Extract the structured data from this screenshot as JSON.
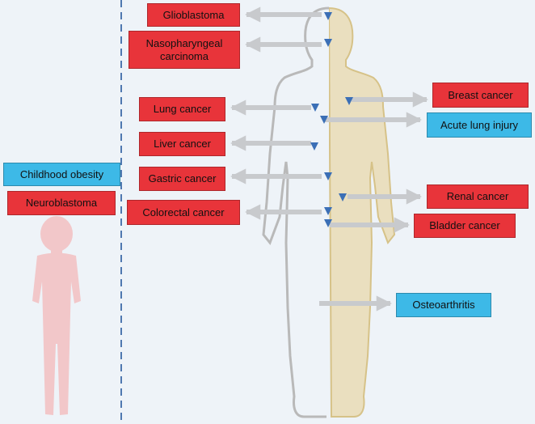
{
  "colors": {
    "cancer": "#e8343a",
    "non_cancer": "#3db9e7",
    "body_outline": "#b9b9b9",
    "body_fill_half": "#eadfbf",
    "child_fill": "#f2c7c9",
    "arrow": "#c8cacd",
    "marker": "#3b6fb6",
    "divider": "#4f78b0"
  },
  "child": {
    "conditions": [
      {
        "label": "Childhood obesity",
        "kind": "non-cancer"
      },
      {
        "label": "Neuroblastoma",
        "kind": "cancer"
      }
    ]
  },
  "adult": {
    "left_conditions": [
      {
        "label": "Glioblastoma",
        "kind": "cancer"
      },
      {
        "label": "Nasopharyngeal\ncarcinoma",
        "kind": "cancer"
      },
      {
        "label": "Lung cancer",
        "kind": "cancer"
      },
      {
        "label": "Liver cancer",
        "kind": "cancer"
      },
      {
        "label": "Gastric cancer",
        "kind": "cancer"
      },
      {
        "label": "Colorectal cancer",
        "kind": "cancer"
      }
    ],
    "right_conditions": [
      {
        "label": "Breast cancer",
        "kind": "cancer"
      },
      {
        "label": "Acute lung injury",
        "kind": "non-cancer"
      },
      {
        "label": "Renal cancer",
        "kind": "cancer"
      },
      {
        "label": "Bladder cancer",
        "kind": "cancer"
      },
      {
        "label": "Osteoarthritis",
        "kind": "non-cancer"
      }
    ]
  }
}
